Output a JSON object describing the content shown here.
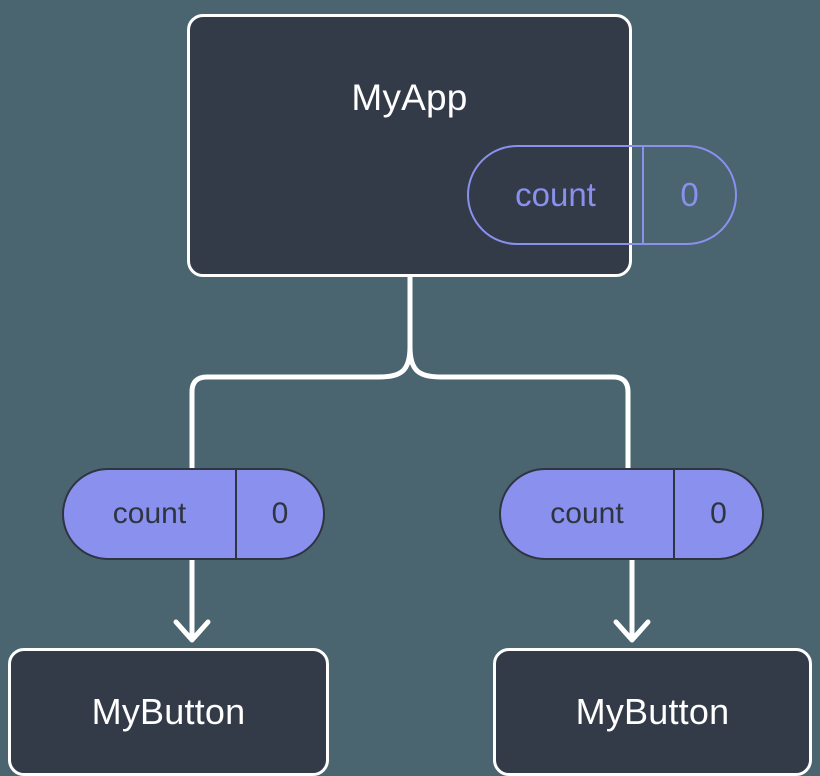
{
  "diagram": {
    "type": "component-state-tree",
    "background_color": "#4a6570",
    "nodes": {
      "root": {
        "label": "MyApp",
        "fill": "#343b48",
        "stroke": "#ffffff",
        "state": {
          "name": "count",
          "value": "0",
          "style": "outlined",
          "stroke": "#8a90ee",
          "text_color": "#8a90ee"
        }
      },
      "left_child": {
        "label": "MyButton",
        "fill": "#343b48",
        "stroke": "#ffffff",
        "prop": {
          "name": "count",
          "value": "0",
          "style": "filled",
          "fill": "#8a90ee",
          "stroke": "#2e3440",
          "text_color": "#2e3440"
        }
      },
      "right_child": {
        "label": "MyButton",
        "fill": "#343b48",
        "stroke": "#ffffff",
        "prop": {
          "name": "count",
          "value": "0",
          "style": "filled",
          "fill": "#8a90ee",
          "stroke": "#2e3440",
          "text_color": "#2e3440"
        }
      }
    },
    "connectors": {
      "color": "#ffffff",
      "branch": "root splits to left and right prop pills",
      "arrows": "prop pill down-arrow into each MyButton"
    }
  }
}
